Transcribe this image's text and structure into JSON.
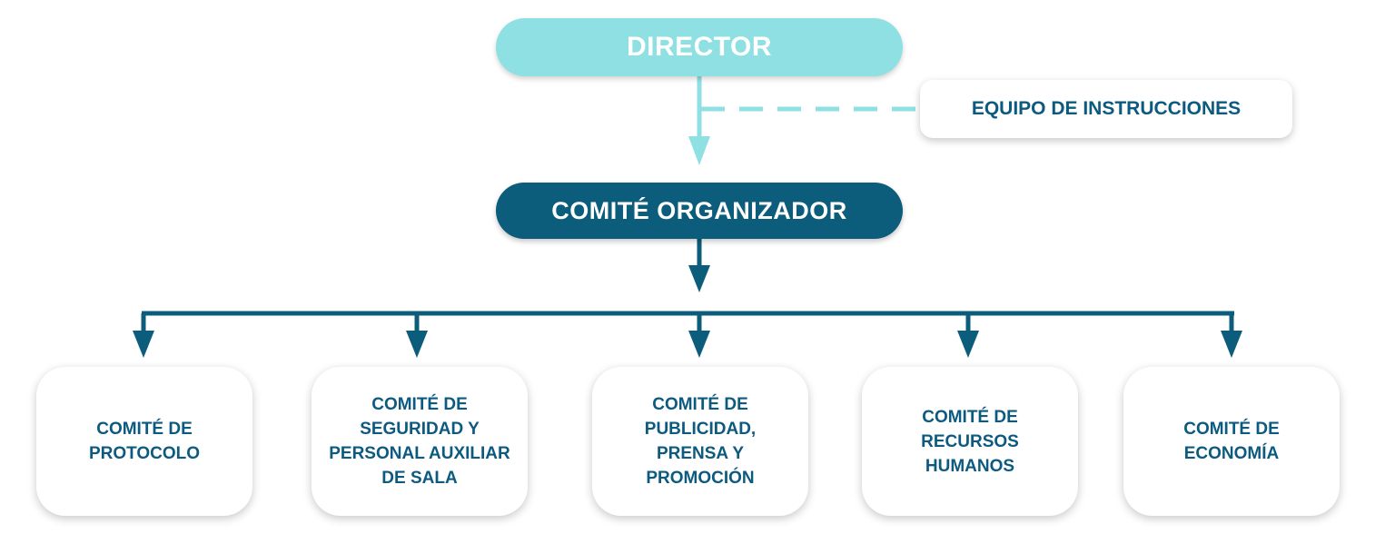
{
  "colors": {
    "director_fill": "#8fe0e3",
    "organizador_fill": "#0c5c7c",
    "text_dark": "#0d5a80",
    "connector_light": "#8fe0e3",
    "connector_dark": "#0c5c7c"
  },
  "nodes": {
    "director": "DIRECTOR",
    "equipo": "EQUIPO DE INSTRUCCIONES",
    "organizador": "COMITÉ ORGANIZADOR",
    "committees": [
      "COMITÉ DE PROTOCOLO",
      "COMITÉ DE SEGURIDAD Y PERSONAL AUXILIAR DE SALA",
      "COMITÉ DE PUBLICIDAD, PRENSA Y PROMOCIÓN",
      "COMITÉ DE RECURSOS HUMANOS",
      "COMITÉ DE ECONOMÍA"
    ]
  }
}
